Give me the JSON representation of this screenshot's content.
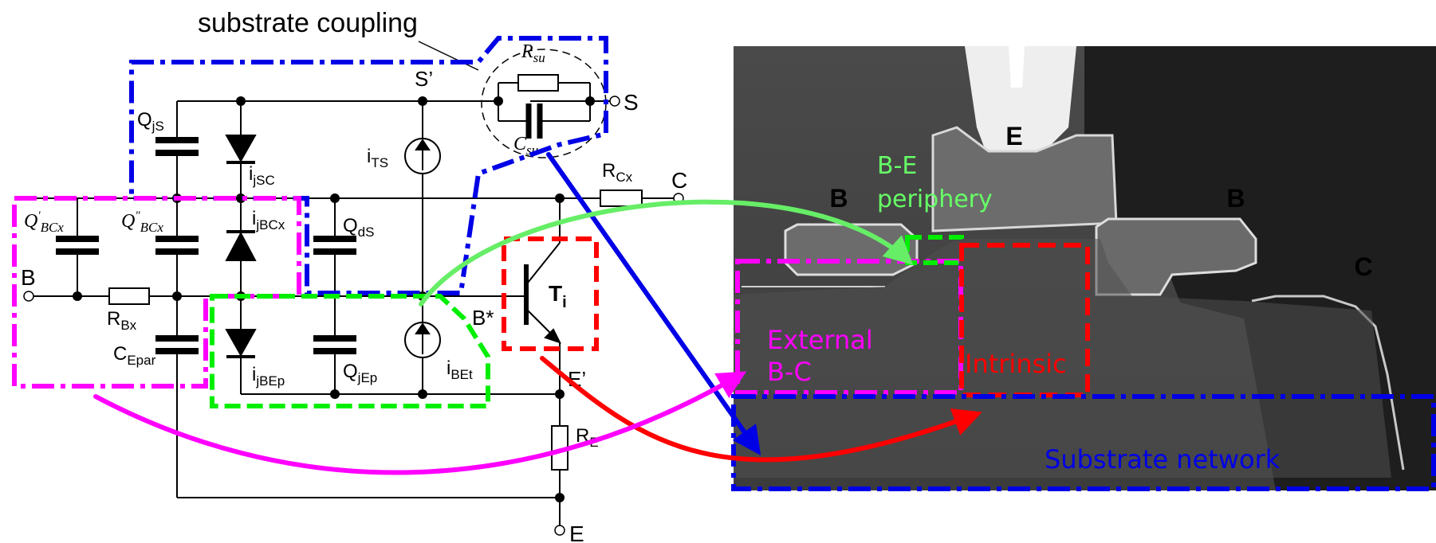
{
  "circuit": {
    "title": "substrate coupling",
    "terminals": {
      "base": "B",
      "collector": "C",
      "emitter": "E",
      "substrate": "S"
    },
    "nodes": {
      "s_prime": "S’",
      "b_star": "B*",
      "e_prime": "E’"
    },
    "components": {
      "q_js": {
        "main": "Q",
        "sub": "jS"
      },
      "i_jsc": {
        "main": "i",
        "sub": "jSC"
      },
      "i_ts": {
        "main": "i",
        "sub": "TS"
      },
      "r_su": {
        "main": "R",
        "sub": "su"
      },
      "c_su": {
        "main": "C",
        "sub": "su"
      },
      "r_cx": {
        "main": "R",
        "sub": "Cx"
      },
      "q_bcx1": {
        "main": "Q",
        "mark": "'",
        "sub": "BCx"
      },
      "q_bcx2": {
        "main": "Q",
        "mark": "\"",
        "sub": "BCx"
      },
      "i_jbcx": {
        "main": "i",
        "sub": "jBCx"
      },
      "q_ds": {
        "main": "Q",
        "sub": "dS"
      },
      "r_bx": {
        "main": "R",
        "sub": "Bx"
      },
      "c_epar": {
        "main": "C",
        "sub": "Epar"
      },
      "i_jbep": {
        "main": "i",
        "sub": "jBEp"
      },
      "q_jep": {
        "main": "Q",
        "sub": "jEp"
      },
      "i_bet": {
        "main": "i",
        "sub": "BEt"
      },
      "r_e": {
        "main": "R",
        "sub": "E"
      },
      "t_i": {
        "main": "T",
        "sub": "i"
      }
    }
  },
  "photo": {
    "labels": {
      "emitter": "E",
      "base_left": "B",
      "base_right": "B",
      "collector": "C"
    },
    "regions": {
      "be_periphery": [
        "B-E",
        "periphery"
      ],
      "external_bc": [
        "External",
        "B-C"
      ],
      "intrinsic": "Intrinsic",
      "substrate": "Substrate network"
    }
  },
  "colors": {
    "substrate": "#0000e6",
    "external_bc": "#ff00ff",
    "be_periphery": "#00ee00",
    "intrinsic": "#ff0000",
    "be_periphery_arrow": "#66ee66"
  }
}
